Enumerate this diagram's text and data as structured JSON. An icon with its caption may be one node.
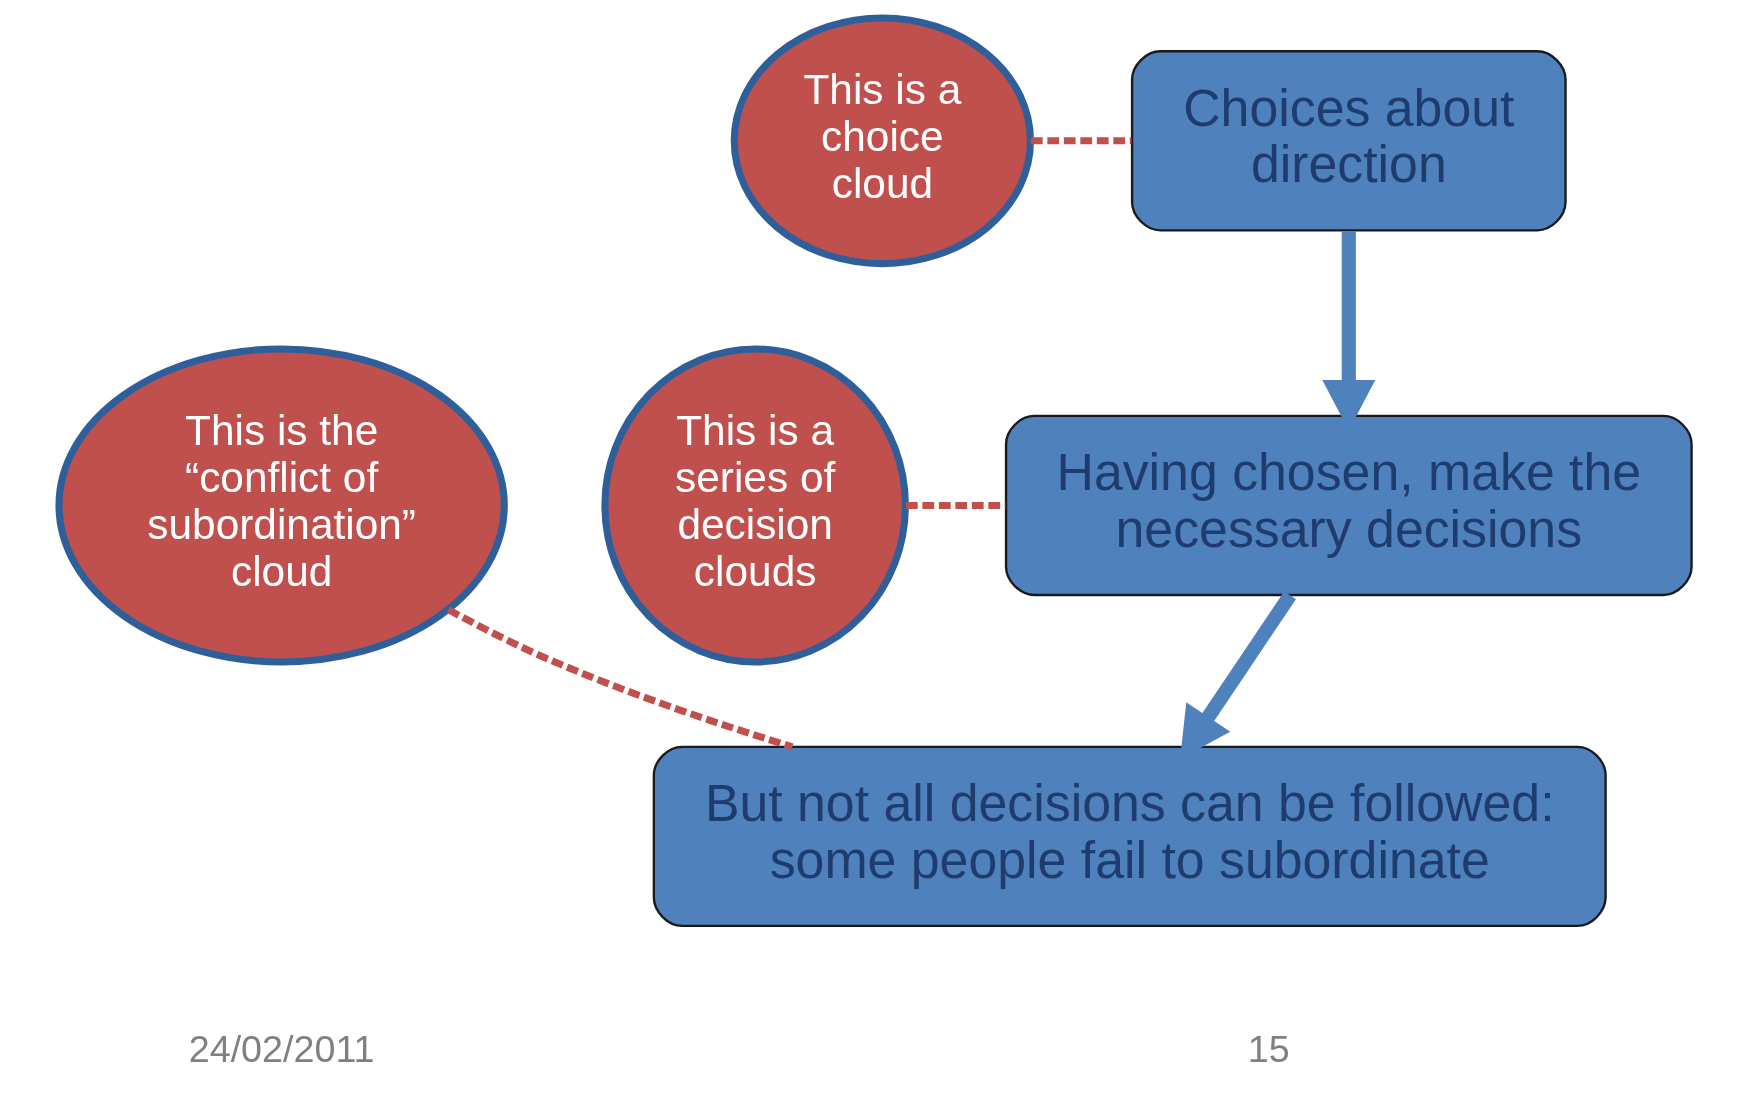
{
  "diagram": {
    "nodes": [
      {
        "text": [
          "Choices about direction"
        ]
      },
      {
        "text": [
          "Having chosen, make the necessary decisions"
        ]
      },
      {
        "text": [
          "But not all decisions can be followed: some people fail to subordinate"
        ]
      },
      {
        "text": [
          "This is a choice cloud"
        ]
      },
      {
        "text": [
          "This is a series of decision clouds"
        ]
      },
      {
        "text": [
          "This is the “conflict of subordination” cloud"
        ]
      }
    ],
    "edges": [
      {
        "from": 0,
        "to": 1,
        "arrow": "to",
        "style": "thick",
        "color": "#4f81bd"
      },
      {
        "from": 1,
        "to": 2,
        "arrow": "to",
        "style": "thick",
        "color": "#4f81bd"
      },
      {
        "from": 3,
        "to": 0,
        "arrow": "none",
        "style": "dashed"
      },
      {
        "from": 4,
        "to": 1,
        "arrow": "none",
        "style": "dashed"
      },
      {
        "from": 5,
        "to": 2,
        "arrow": "none",
        "style": "dashed"
      }
    ],
    "labels": [
      "24/02/2011",
      "15"
    ]
  }
}
